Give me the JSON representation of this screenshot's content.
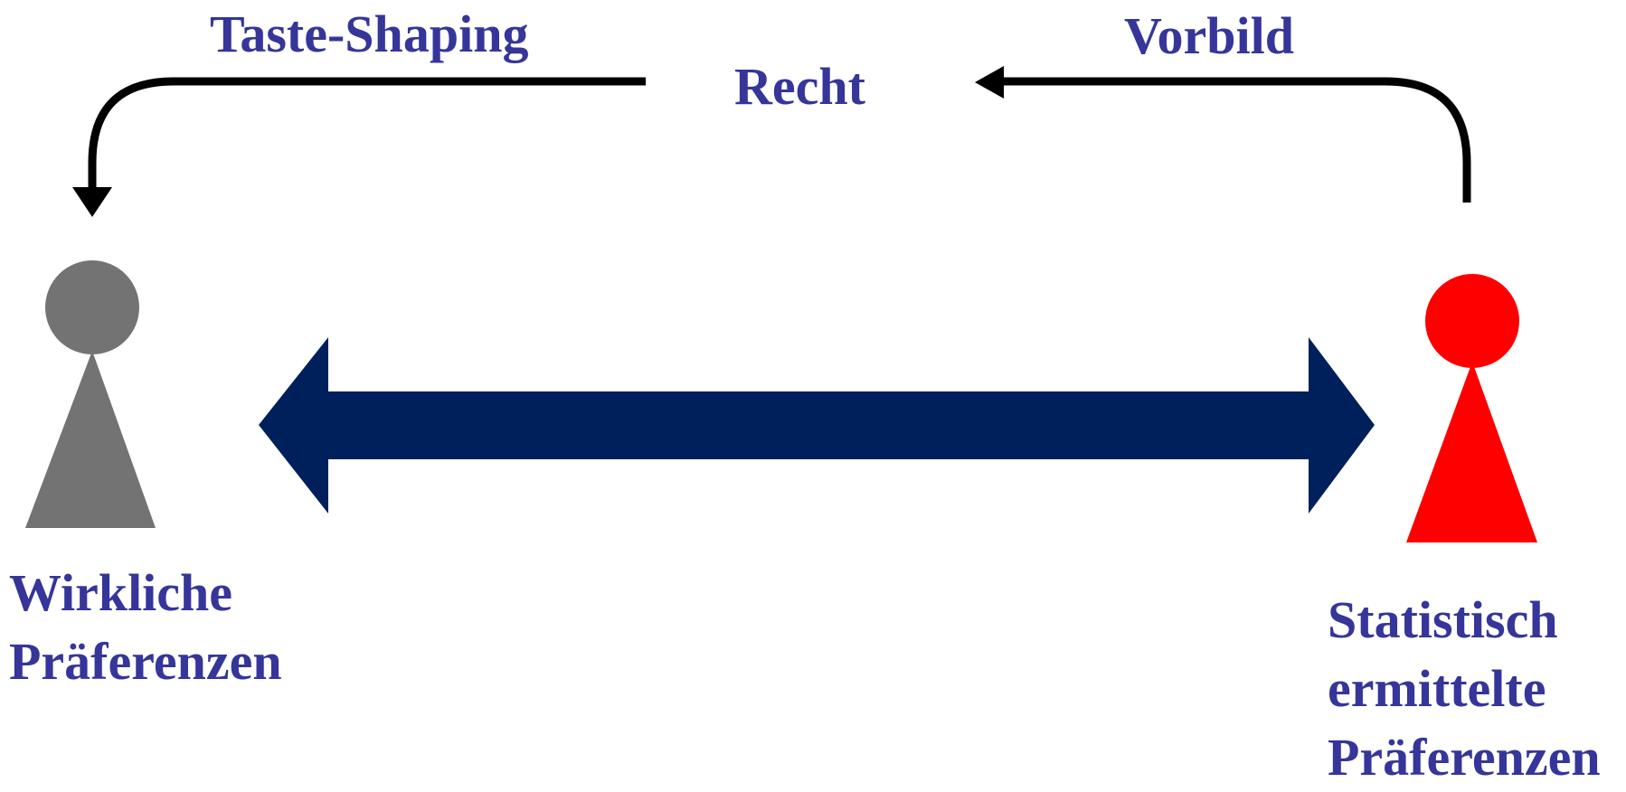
{
  "labels": {
    "taste_shaping": "Taste-Shaping",
    "recht": "Recht",
    "vorbild": "Vorbild",
    "left_line1": "Wirkliche",
    "left_line2": "Präferenzen",
    "right_line1": "Statistisch",
    "right_line2": "ermittelte",
    "right_line3": "Präferenzen"
  },
  "colors": {
    "text": "#35359a",
    "arrow_main": "#00205b",
    "curved_arrows": "#000000",
    "figure_left": "#737373",
    "figure_right": "#ff0000"
  },
  "icons": {
    "left_figure": "person-figure-icon",
    "right_figure": "person-figure-icon"
  }
}
